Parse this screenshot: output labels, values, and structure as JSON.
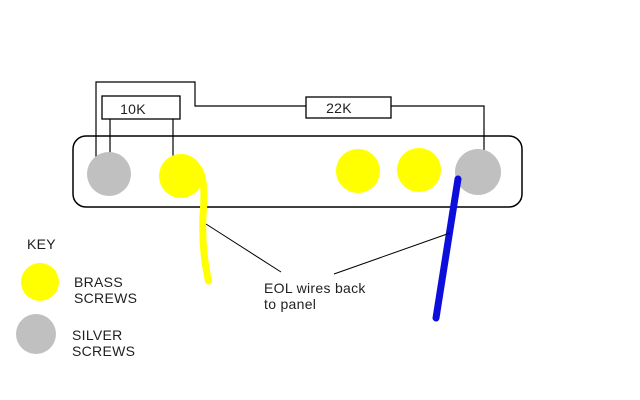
{
  "resistors": {
    "r1_label": "10K",
    "r2_label": "22K"
  },
  "key": {
    "heading": "KEY",
    "brass": {
      "line1": "BRASS",
      "line2": "SCREWS"
    },
    "silver": {
      "line1": "SILVER",
      "line2": "SCREWS"
    }
  },
  "annotation": {
    "line1": "EOL wires back",
    "line2": "to panel"
  },
  "colors": {
    "brass": "#ffff00",
    "silver": "#c0c0c0",
    "yellow_wire": "#ffff00",
    "blue_wire": "#0e0edc",
    "line": "#000000"
  },
  "terminal_strip": {
    "screws": [
      "silver",
      "brass",
      "brass",
      "brass",
      "silver"
    ]
  }
}
